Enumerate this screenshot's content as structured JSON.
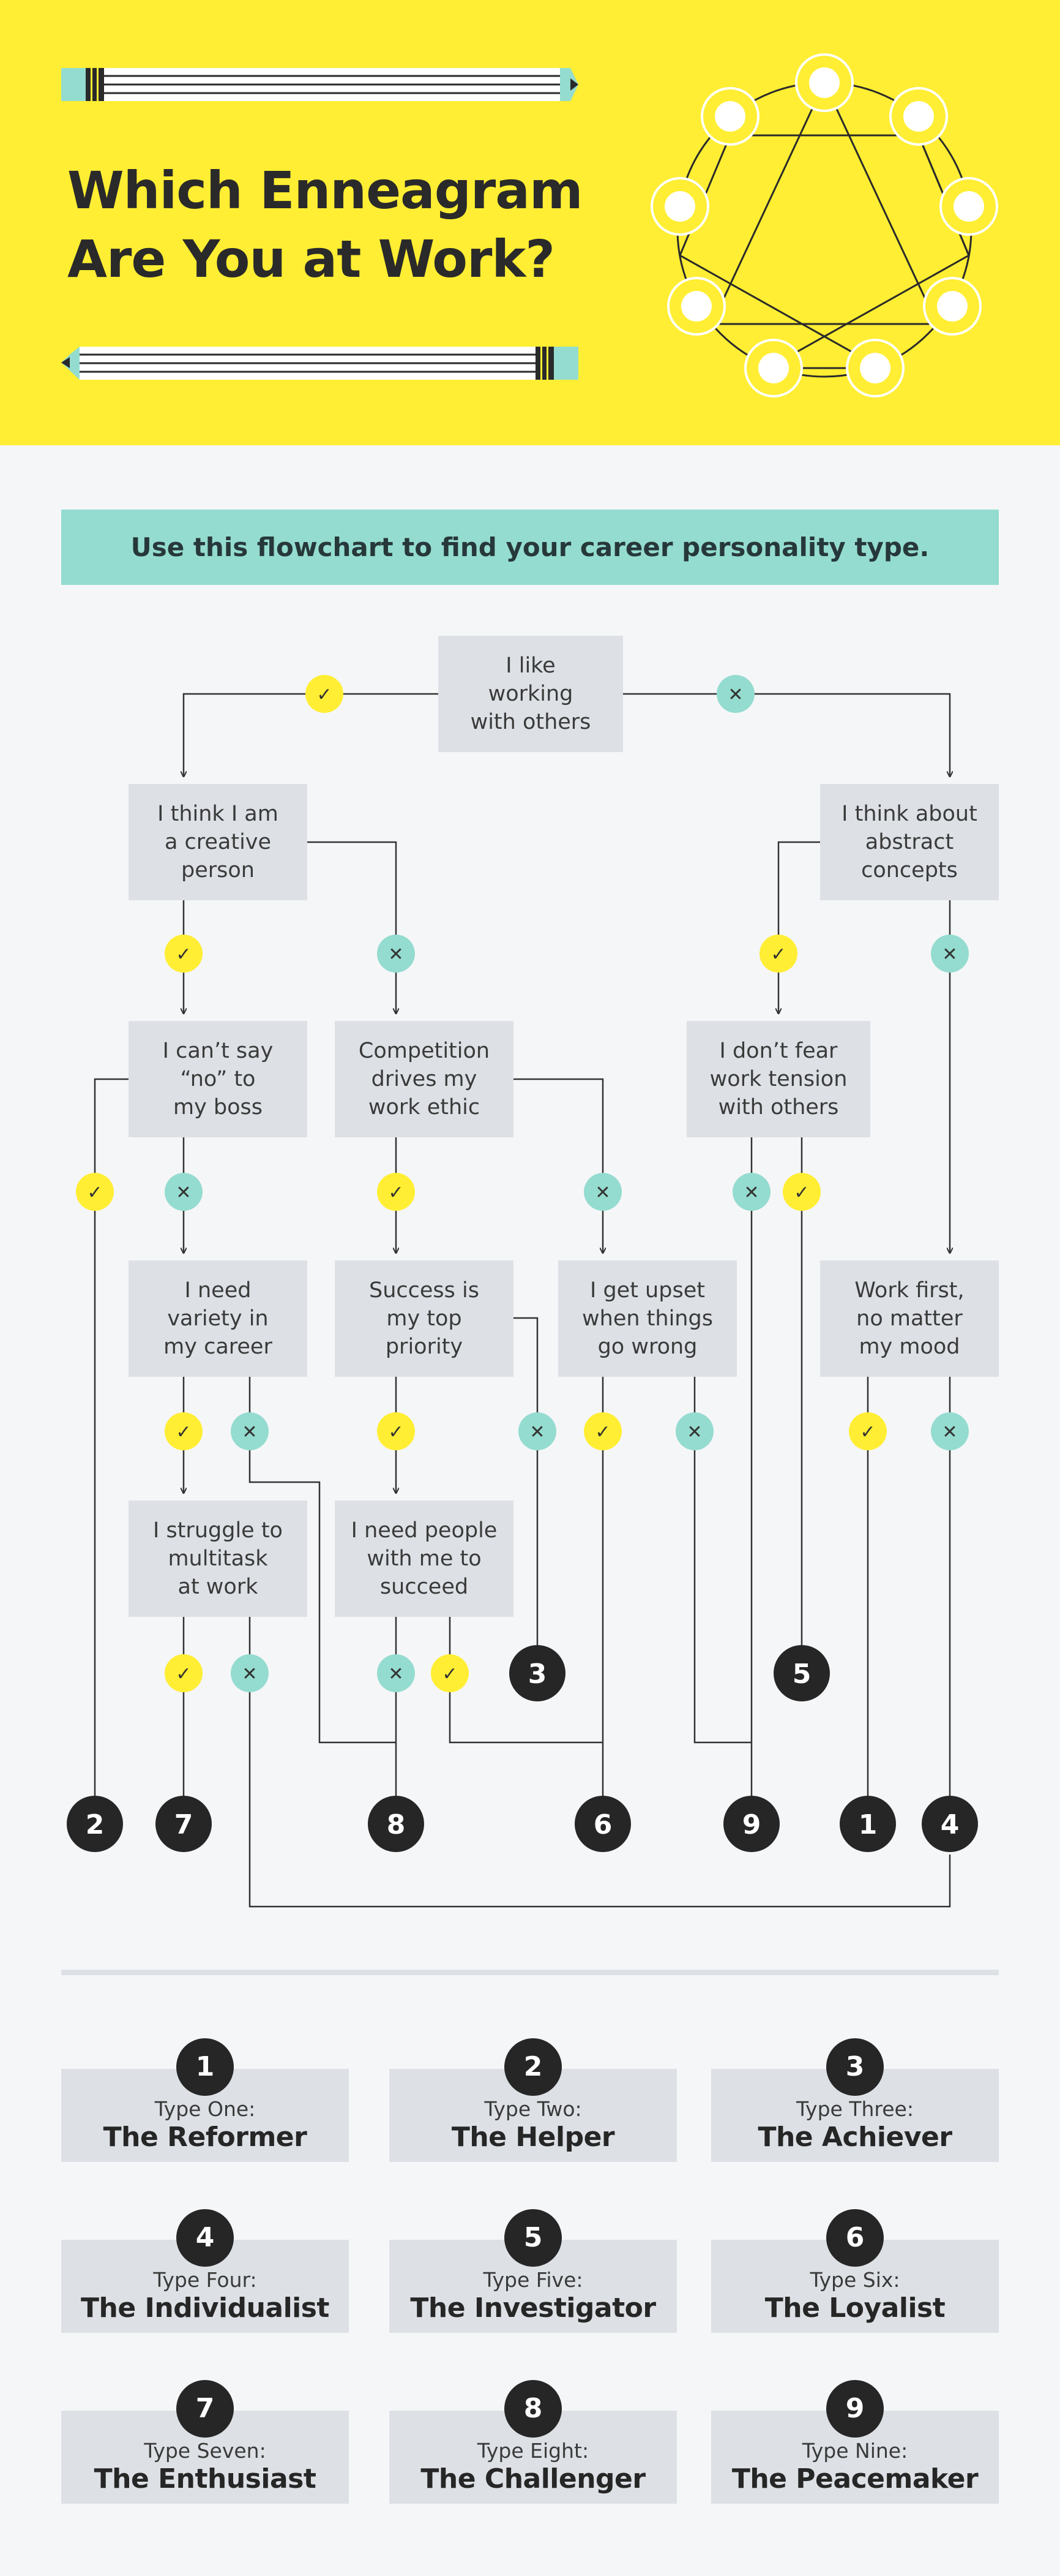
{
  "header": {
    "title": "Which Enneagram Are You at Work?"
  },
  "subtitle": "Use this flowchart to find your career personality type.",
  "questions": [
    {
      "id": "q-like-working",
      "text": "I like\nworking\nwith others"
    },
    {
      "id": "q-creative",
      "text": "I think I am\na creative\nperson"
    },
    {
      "id": "q-abstract",
      "text": "I think about\nabstract\nconcepts"
    },
    {
      "id": "q-cant-say-no",
      "text": "I can’t say\n“no” to\nmy boss"
    },
    {
      "id": "q-competition",
      "text": "Competition\ndrives my\nwork ethic"
    },
    {
      "id": "q-tension",
      "text": "I don’t fear\nwork tension\nwith others"
    },
    {
      "id": "q-variety",
      "text": "I need\nvariety in\nmy career"
    },
    {
      "id": "q-success",
      "text": "Success is\nmy top\npriority"
    },
    {
      "id": "q-upset",
      "text": "I get upset\nwhen things\ngo wrong"
    },
    {
      "id": "q-work-first",
      "text": "Work first,\nno matter\nmy mood"
    },
    {
      "id": "q-multitask",
      "text": "I struggle to\nmultitask\nat work"
    },
    {
      "id": "q-need-people",
      "text": "I need people\nwith me to\nsucceed"
    }
  ],
  "markers": {
    "yes": "✓",
    "no": "✕"
  },
  "outcomes": [
    "3",
    "5",
    "2",
    "7",
    "8",
    "6",
    "9",
    "1",
    "4"
  ],
  "types": [
    {
      "number": "1",
      "label": "Type One:",
      "name": "The Reformer"
    },
    {
      "number": "2",
      "label": "Type Two:",
      "name": "The Helper"
    },
    {
      "number": "3",
      "label": "Type Three:",
      "name": "The Achiever"
    },
    {
      "number": "4",
      "label": "Type Four:",
      "name": "The Individualist"
    },
    {
      "number": "5",
      "label": "Type Five:",
      "name": "The Investigator"
    },
    {
      "number": "6",
      "label": "Type Six:",
      "name": "The Loyalist"
    },
    {
      "number": "7",
      "label": "Type Seven:",
      "name": "The Enthusiast"
    },
    {
      "number": "8",
      "label": "Type Eight:",
      "name": "The Challenger"
    },
    {
      "number": "9",
      "label": "Type Nine:",
      "name": "The Peacemaker"
    }
  ],
  "colors": {
    "yellow": "#ffee33",
    "teal": "#94dccf",
    "dark": "#262626",
    "box": "#dde1e6",
    "background": "#f5f6f8"
  }
}
